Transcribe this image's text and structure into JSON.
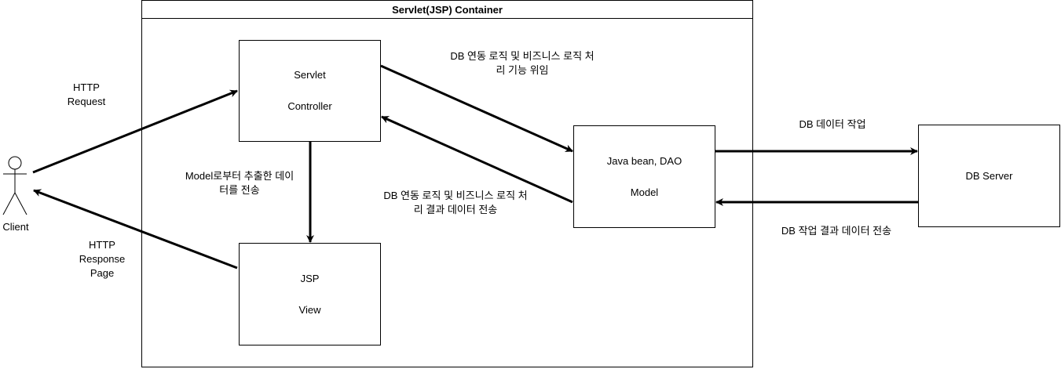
{
  "container": {
    "title": "Servlet(JSP) Container"
  },
  "nodes": {
    "client": {
      "label": "Client"
    },
    "servlet": {
      "line1": "Servlet",
      "line2": "Controller"
    },
    "jsp": {
      "line1": "JSP",
      "line2": "View"
    },
    "model": {
      "line1": "Java bean, DAO",
      "line2": "Model"
    },
    "db": {
      "label": "DB Server"
    }
  },
  "edges": {
    "http_request": {
      "line1": "HTTP",
      "line2": "Request"
    },
    "http_response": {
      "line1": "HTTP",
      "line2": "Response",
      "line3": "Page"
    },
    "servlet_to_model": {
      "line1": "DB 연동 로직 및 비즈니스 로직 처",
      "line2": "리 기능 위임"
    },
    "model_to_servlet": {
      "line1": "DB 연동 로직 및 비즈니스 로직 처",
      "line2": "리 결과 데이터 전송"
    },
    "servlet_to_jsp": {
      "line1": "Model로부터 추출한 데이",
      "line2": "터를 전송"
    },
    "model_to_db": {
      "label": "DB 데이터 작업"
    },
    "db_to_model": {
      "label": "DB 작업 결과 데이터 전송"
    }
  }
}
